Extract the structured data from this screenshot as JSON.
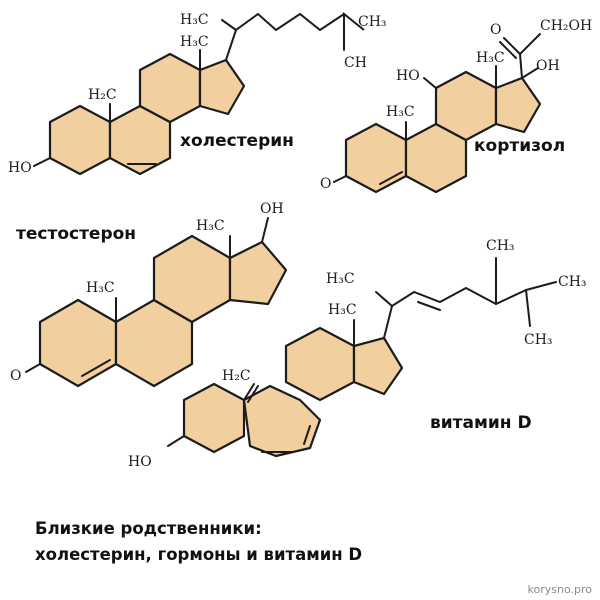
{
  "molecules": {
    "cholesterol": {
      "name": "холестерин",
      "atoms": {
        "h3c_top": "H₃C",
        "ch3_tail": "CH₃",
        "ch_bottom": "CH",
        "h3c_mid": "H₃C",
        "h3c_left": "H₂C",
        "ho": "HO"
      }
    },
    "cortisol": {
      "name": "кортизол",
      "atoms": {
        "ch2oh": "CH₂OH",
        "o_keto": "O",
        "oh_right": "OH",
        "h3c_d": "H₃C",
        "ho_left": "HO",
        "h3c_b": "H₃C",
        "o_a": "O"
      }
    },
    "testosterone": {
      "name": "тестостерон",
      "atoms": {
        "oh": "OH",
        "h3c_d": "H₃C",
        "h3c_b": "H₃C",
        "o_a": "O"
      }
    },
    "vitamin_d": {
      "name": "витамин D",
      "atoms": {
        "ch3_top": "CH₃",
        "h3c_chain": "H₃C",
        "ch3_right": "CH₃",
        "ch3_low": "CH₃",
        "h3c_d": "H₃C",
        "h2c": "H₂C",
        "ho": "HO"
      }
    }
  },
  "caption": {
    "line1": "Близкие родственники:",
    "line2": "холестерин, гормоны и витамин D"
  },
  "credit": "korysno.pro",
  "colors": {
    "ring_fill": "#f2cf9f",
    "stroke": "#1c1c1c",
    "background": "#ffffff"
  }
}
